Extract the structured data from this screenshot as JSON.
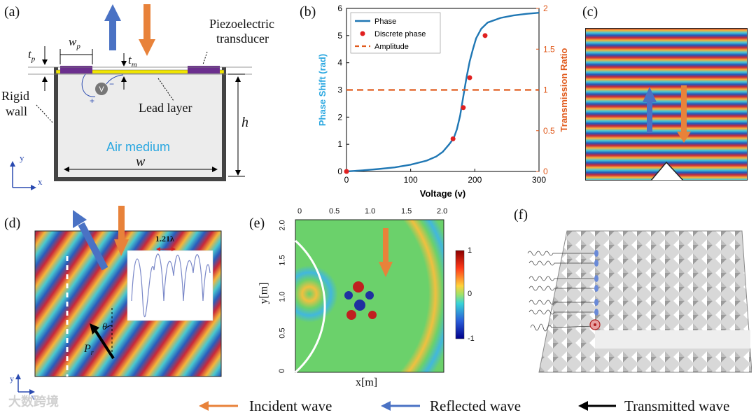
{
  "panels": {
    "a": {
      "label": "(a)",
      "piezo_label_line1": "Piezoelectric",
      "piezo_label_line2": "transducer",
      "rigid_wall_line1": "Rigid",
      "rigid_wall_line2": "wall",
      "lead_layer": "Lead layer",
      "air_medium": "Air medium",
      "sym_tp": "t",
      "sym_tp_sub": "p",
      "sym_wp": "w",
      "sym_wp_sub": "p",
      "sym_tm": "t",
      "sym_tm_sub": "m",
      "sym_h": "h",
      "sym_w": "w",
      "voltage_symbol": "V",
      "axis_y": "y",
      "axis_x": "x"
    },
    "b": {
      "label": "(b)"
    },
    "c": {
      "label": "(c)"
    },
    "d": {
      "label": "(d)",
      "period_label": "1.21λ",
      "theta": "θ",
      "p_label": "P",
      "p_sub": "r",
      "axis_y": "y",
      "axis_x": "x"
    },
    "e": {
      "label": "(e)",
      "xlabel": "x[m]",
      "ylabel": "y[m]",
      "xticks": [
        "0",
        "0.5",
        "1.0",
        "1.5",
        "2.0"
      ],
      "yticks": [
        "0",
        "0.5",
        "1.0",
        "1.5",
        "2.0"
      ],
      "colorbar_ticks": [
        "1",
        "0",
        "-1"
      ]
    },
    "f": {
      "label": "(f)"
    }
  },
  "legend": {
    "incident": "Incident wave",
    "reflected": "Reflected wave",
    "transmitted": "Transmitted wave"
  },
  "watermark": "大数跨境",
  "colors": {
    "incident": "#e8823a",
    "reflected": "#4a72c4",
    "transmitted": "#000000",
    "phase_line": "#1f77b4",
    "discrete": "#e02020",
    "amplitude": "#e05a1c",
    "piezo": "#6b2f8e",
    "lead": "#f2e600",
    "air_text": "#2aa7e0"
  },
  "chart_data": {
    "type": "line",
    "xlabel": "Voltage (v)",
    "ylabel": "Phase Shift (rad)",
    "ylabel_right": "Transmission Ratio",
    "xlim": [
      0,
      300
    ],
    "ylim": [
      0,
      6
    ],
    "ylim_right": [
      0,
      2
    ],
    "xticks": [
      0,
      100,
      200,
      300
    ],
    "yticks": [
      0,
      1,
      2,
      3,
      4,
      5,
      6
    ],
    "yticks_right": [
      0,
      0.5,
      1,
      1.5,
      2
    ],
    "legend_position": "top-left",
    "series": [
      {
        "name": "Phase",
        "style": "solid",
        "axis": "left",
        "x": [
          0,
          25,
          50,
          75,
          100,
          125,
          140,
          150,
          160,
          167,
          172,
          177,
          182,
          187,
          192,
          197,
          202,
          210,
          220,
          240,
          260,
          280,
          300
        ],
        "y": [
          0.0,
          0.04,
          0.09,
          0.15,
          0.25,
          0.4,
          0.55,
          0.72,
          1.0,
          1.22,
          1.55,
          2.05,
          2.75,
          3.45,
          4.05,
          4.5,
          4.9,
          5.25,
          5.48,
          5.65,
          5.74,
          5.8,
          5.84
        ]
      },
      {
        "name": "Discrete phase",
        "style": "markers",
        "axis": "left",
        "x": [
          0,
          166,
          182,
          192,
          216
        ],
        "y": [
          0.0,
          1.2,
          2.35,
          3.45,
          5.0
        ]
      },
      {
        "name": "Amplitude",
        "style": "dashed",
        "axis": "right",
        "x": [
          0,
          300
        ],
        "y": [
          1,
          1
        ]
      }
    ]
  }
}
